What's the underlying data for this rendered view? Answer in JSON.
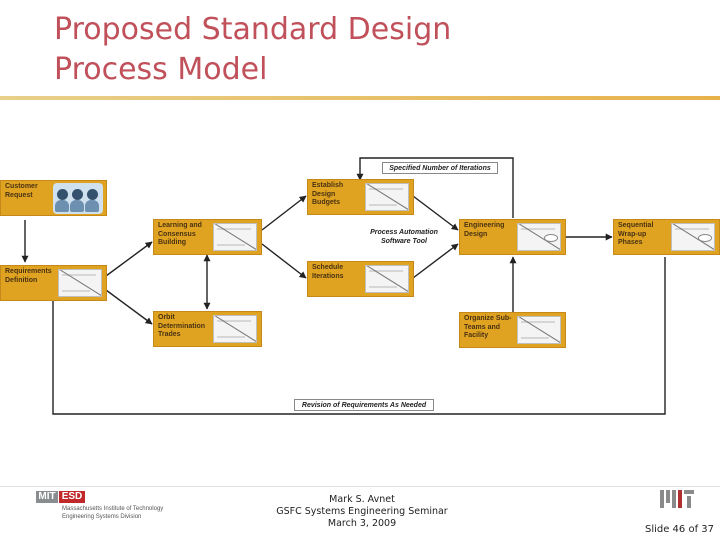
{
  "slide": {
    "title_line1": "Proposed Standard Design",
    "title_line2": "Process Model"
  },
  "diagram": {
    "boxes": [
      {
        "id": "customer-request",
        "label": "Customer Request"
      },
      {
        "id": "requirements-definition",
        "label": "Requirements Definition"
      },
      {
        "id": "learning-consensus",
        "label": "Learning and Consensus Building"
      },
      {
        "id": "orbit-determination",
        "label": "Orbit Determination Trades"
      },
      {
        "id": "establish-budgets",
        "label": "Establish Design Budgets"
      },
      {
        "id": "schedule-iterations",
        "label": "Schedule Iterations"
      },
      {
        "id": "engineering-design",
        "label": "Engineering Design"
      },
      {
        "id": "organize-subteams",
        "label": "Organize Sub-Teams and Facility"
      },
      {
        "id": "sequential-wrapup",
        "label": "Sequential Wrap-up Phases"
      }
    ],
    "specified_iterations": "Specified Number of Iterations",
    "process_automation": "Process Automation Software Tool",
    "revision_requirements": "Revision of Requirements As Needed"
  },
  "footer": {
    "presenter_line1": "Mark S. Avnet",
    "presenter_line2": "GSFC Systems Engineering Seminar",
    "presenter_line3": "March 3, 2009",
    "slide_number": "Slide 46 of 37",
    "logo_mit": "MIT",
    "logo_esd": "ESD",
    "logo_line1": "Massachusetts Institute of Technology",
    "logo_line2": "Engineering Systems Division"
  },
  "colors": {
    "title": "#c0505a",
    "box_fill": "#dfa321",
    "box_text": "#4a3213",
    "esd_red": "#c0282a"
  }
}
